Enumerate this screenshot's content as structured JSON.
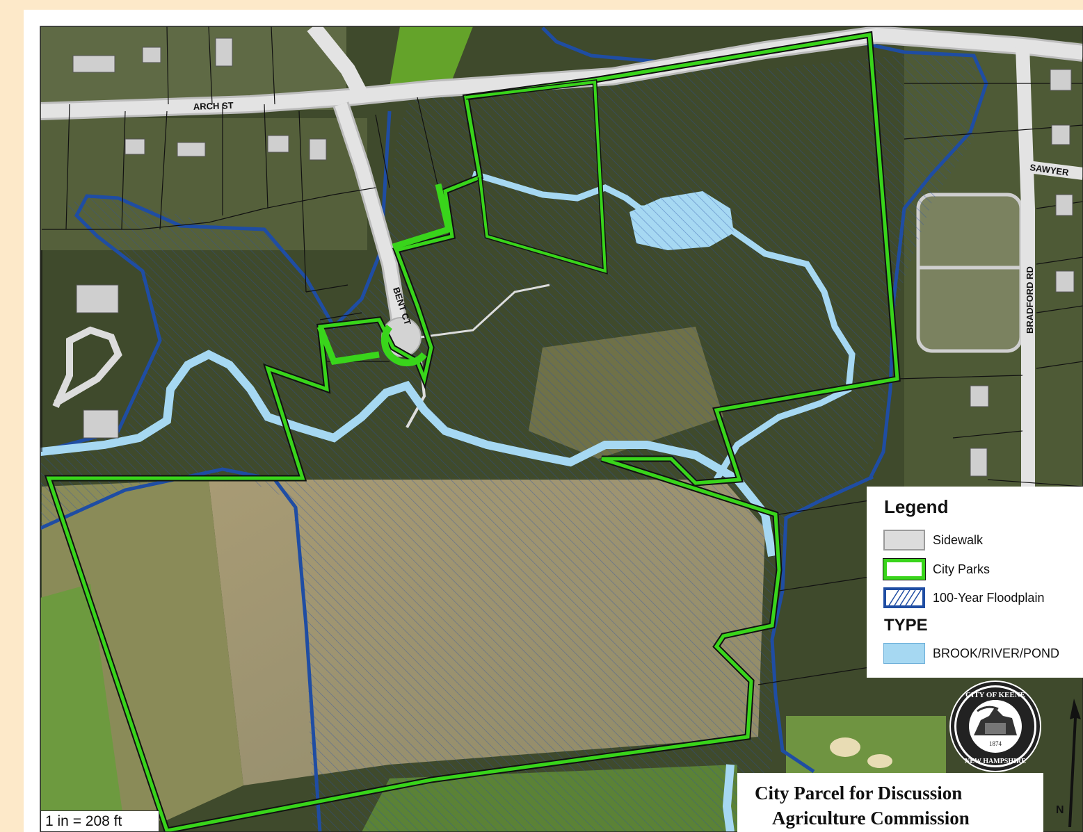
{
  "map": {
    "roads": {
      "arch_st": "ARCH ST",
      "bent_ct": "BENT CT",
      "sawyer": "SAWYER",
      "bradford_rd": "BRADFORD RD"
    }
  },
  "legend": {
    "title": "Legend",
    "items": [
      {
        "label": "Sidewalk",
        "fill": "#dcdcdc",
        "stroke": "#9a9a9a"
      },
      {
        "label": "City Parks",
        "fill": "#ffffff",
        "stroke": "#39d51b"
      },
      {
        "label": "100-Year Floodplain",
        "fill": "#ffffff",
        "stroke": "#1f4da3"
      }
    ],
    "type_title": "TYPE",
    "type_items": [
      {
        "label": "BROOK/RIVER/POND",
        "fill": "#a6d8f2",
        "stroke": "#6aaed8"
      }
    ]
  },
  "title_block": {
    "line1": "City Parcel for Discussion",
    "line2": "Agriculture Commission"
  },
  "scale": "1 in = 208 ft",
  "north_label": "N",
  "seal": {
    "icon": "city-of-keene-seal-icon",
    "text_top": "CITY OF KEENE",
    "text_bottom": "NEW HAMPSHIRE",
    "year": "1874"
  },
  "colors": {
    "background": "#fde9c9",
    "park_outline": "#39d51b",
    "floodplain_outline": "#1f4da3",
    "water": "#a6d8f2",
    "road": "#d9d9d9"
  }
}
